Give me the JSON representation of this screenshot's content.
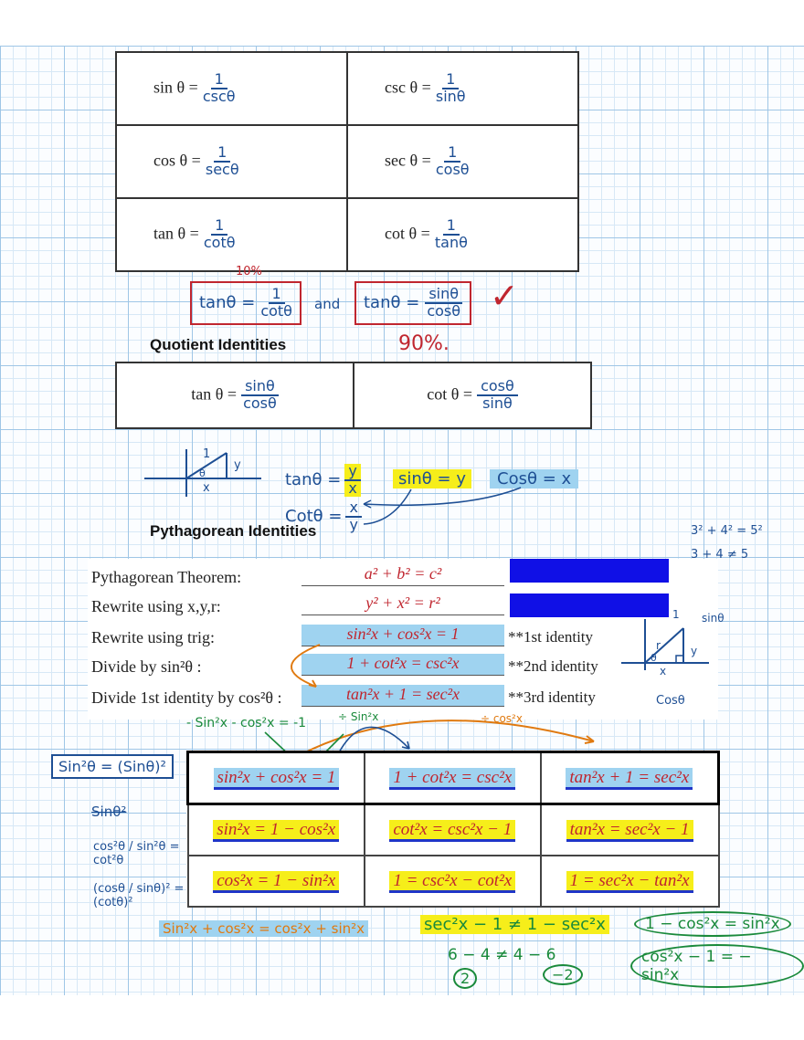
{
  "reciprocal": {
    "rows": [
      {
        "left_label": "sin θ =",
        "left_num": "1",
        "left_den": "cscθ",
        "right_label": "csc θ =",
        "right_num": "1",
        "right_den": "sinθ"
      },
      {
        "left_label": "cos θ =",
        "left_num": "1",
        "left_den": "secθ",
        "right_label": "sec θ =",
        "right_num": "1",
        "right_den": "cosθ"
      },
      {
        "left_label": "tan θ =",
        "left_num": "1",
        "left_den": "cotθ",
        "right_label": "cot θ =",
        "right_num": "1",
        "right_den": "tanθ"
      }
    ]
  },
  "notes1": {
    "pct_10": "10%",
    "tan_lhs": "tanθ =",
    "tan_num": "1",
    "tan_den": "cotθ",
    "and": "and",
    "tan2_lhs": "tanθ =",
    "tan2_num": "sinθ",
    "tan2_den": "cosθ",
    "check": "✓",
    "pct_90": "90%."
  },
  "quotient": {
    "heading": "Quotient Identities",
    "left_label": "tan θ =",
    "left_num": "sinθ",
    "left_den": "cosθ",
    "right_label": "cot θ =",
    "right_num": "cosθ",
    "right_den": "sinθ"
  },
  "notes2": {
    "tri_1": "1",
    "tri_y": "y",
    "tri_x": "x",
    "tri_theta": "θ",
    "tan_eq": "tanθ =",
    "tan_num": "y",
    "tan_den": "x",
    "sin_eq": "sinθ = y",
    "cos_eq": "Cosθ = x",
    "cot_eq": "Cotθ =",
    "cot_num": "x",
    "cot_den": "y"
  },
  "pythag": {
    "heading": "Pythagorean Identities",
    "side_note_1": "3² + 4² = 5²",
    "side_note_2": "3 + 4 ≠ 5",
    "rows": [
      {
        "label": "Pythagorean Theorem:",
        "value": "a² + b² = c²",
        "note": ""
      },
      {
        "label": "Rewrite using x,y,r:",
        "value": "y² + x² = r²",
        "note": ""
      },
      {
        "label": "Rewrite using trig:",
        "value": "sin²x + cos²x = 1",
        "note": "**1st identity"
      },
      {
        "label": "Divide by sin²θ :",
        "value": "1 + cot²x = csc²x",
        "note": "**2nd identity"
      },
      {
        "label": "Divide 1st identity by cos²θ :",
        "value": "tan²x + 1 = sec²x",
        "note": "**3rd identity"
      }
    ],
    "tri_1": "1",
    "tri_r": "r",
    "tri_y": "y",
    "tri_x": "x",
    "tri_theta": "θ",
    "tri_sin": "sinθ",
    "tri_cos": "Cosθ"
  },
  "notes3": {
    "minus_eq": "- Sin²x - cos²x = -1",
    "div_sin": "÷ Sin²x",
    "div_cos": "÷ cos²x",
    "left_box": "Sin²θ = (Sinθ)²",
    "left_strike": "Sinθ²",
    "left_frac": "cos²θ / sin²θ = cot²θ",
    "left_frac2": "(cosθ / sinθ)² = (cotθ)²"
  },
  "identity_table": {
    "rows": [
      [
        "sin²x + cos²x = 1",
        "1 + cot²x = csc²x",
        "tan²x + 1 = sec²x"
      ],
      [
        "sin²x = 1 − cos²x",
        "cot²x = csc²x − 1",
        "tan²x = sec²x − 1"
      ],
      [
        "cos²x = 1 − sin²x",
        "1 = csc²x − cot²x",
        "1 = sec²x − tan²x"
      ]
    ]
  },
  "notes4": {
    "bottom_left": "Sin²x + cos²x = cos²x + sin²x",
    "neq_1": "sec²x − 1 ≠ 1 − sec²x",
    "nums_1": "6 − 4 ≠ 4 − 6",
    "circ_2": "2",
    "circ_m2": "−2",
    "green_1": "1 − cos²x = sin²x",
    "green_2": "cos²x − 1 = − sin²x"
  }
}
